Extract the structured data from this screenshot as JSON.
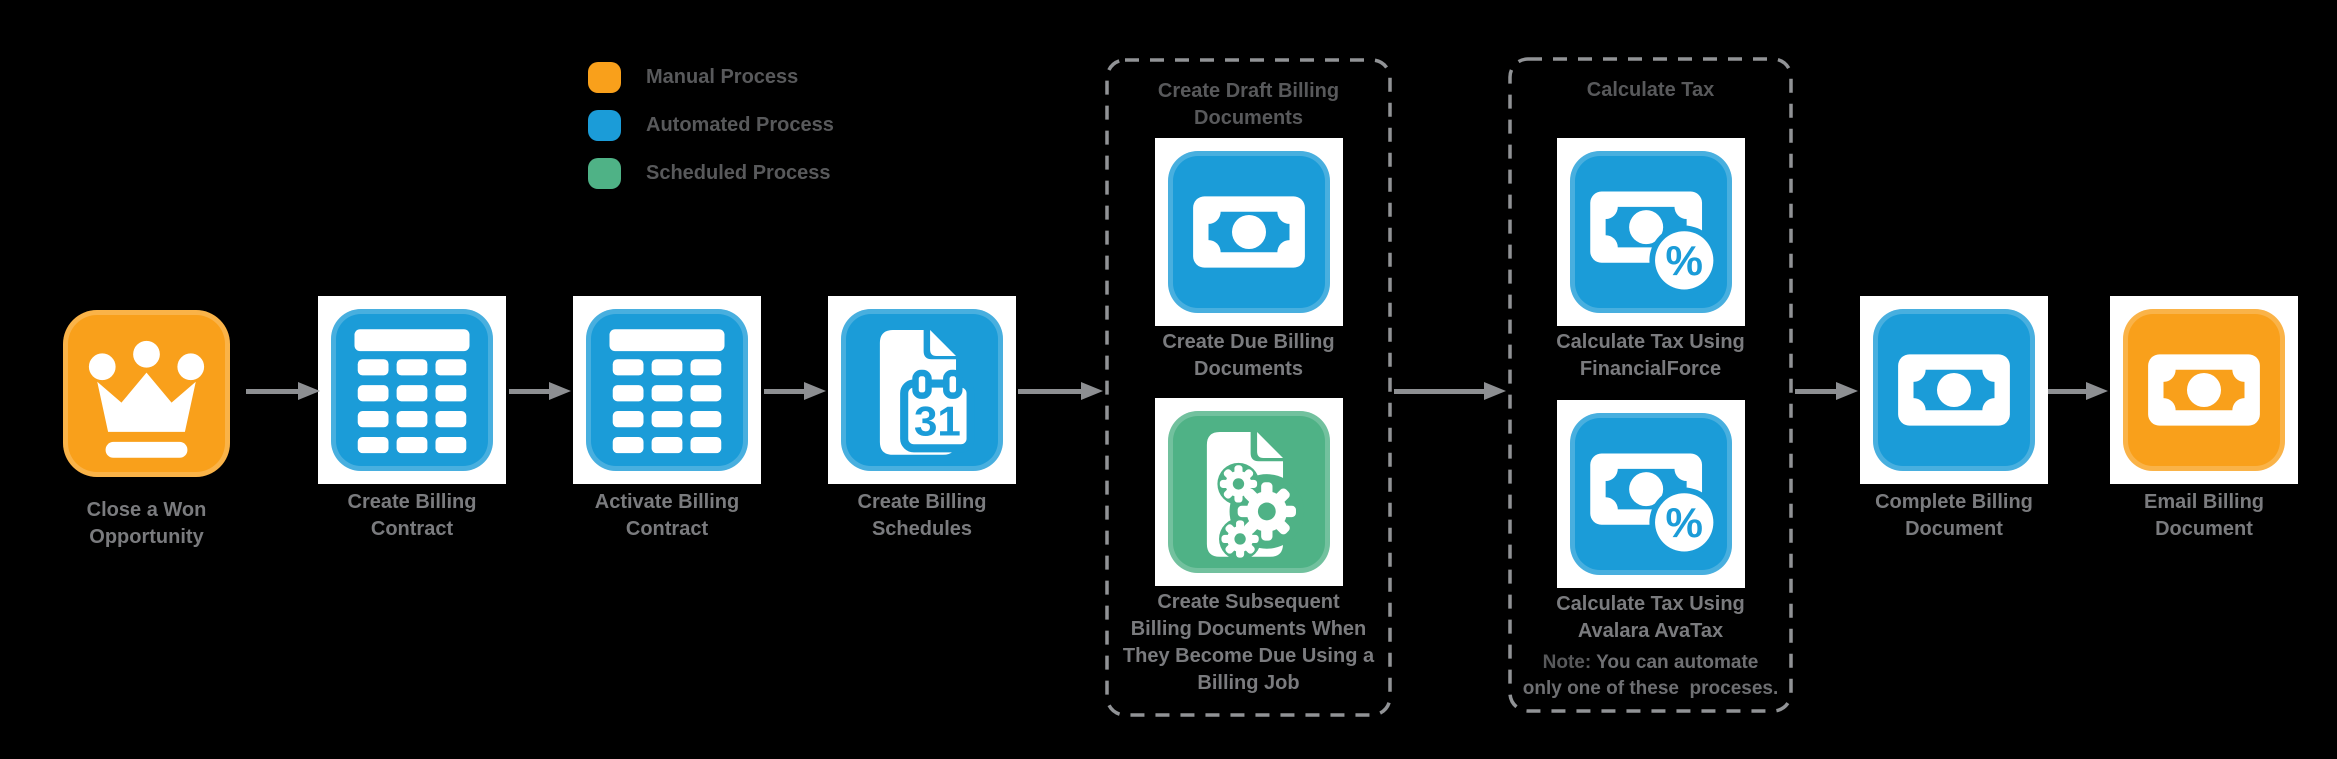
{
  "colors": {
    "background": "#000000",
    "manual_orange": "#F9A01B",
    "automated_blue": "#1B9CD8",
    "scheduled_green": "#4FB286",
    "arrow_gray": "#8D8F92",
    "label_gray": "#7A7B7E",
    "heading_gray": "#58595B",
    "note_gray": "#6E6F72",
    "group_border_gray": "#919396",
    "icon_panel_white": "#FFFFFF"
  },
  "legend": {
    "items": [
      {
        "label": "Manual Process",
        "process_type": "manual"
      },
      {
        "label": "Automated Process",
        "process_type": "automated"
      },
      {
        "label": "Scheduled Process",
        "process_type": "scheduled"
      }
    ]
  },
  "flow": {
    "steps": [
      {
        "label": "Close a Won\nOpportunity",
        "icon": "crown-icon",
        "process_type": "manual"
      },
      {
        "label": "Create Billing\nContract",
        "icon": "billing-table-icon",
        "process_type": "automated"
      },
      {
        "label": "Activate Billing\nContract",
        "icon": "billing-table-icon",
        "process_type": "automated"
      },
      {
        "label": "Create Billing\nSchedules",
        "icon": "document-calendar-icon",
        "process_type": "automated"
      },
      {
        "label": "Complete Billing\nDocument",
        "icon": "money-bill-icon",
        "process_type": "automated"
      },
      {
        "label": "Email Billing\nDocument",
        "icon": "money-bill-icon",
        "process_type": "manual"
      }
    ],
    "groups": [
      {
        "title": "Create Draft Billing\nDocuments",
        "steps": [
          {
            "label": "Create Due Billing\nDocuments",
            "icon": "money-bill-icon",
            "process_type": "automated"
          },
          {
            "label": "Create Subsequent\nBilling Documents When\nThey Become Due Using a\nBilling Job",
            "icon": "document-gears-icon",
            "process_type": "scheduled"
          }
        ]
      },
      {
        "title": "Calculate Tax",
        "steps": [
          {
            "label": "Calculate Tax Using\nFinancialForce",
            "icon": "money-percent-icon",
            "process_type": "automated"
          },
          {
            "label": "Calculate Tax Using\nAvalara AvaTax",
            "icon": "money-percent-icon",
            "process_type": "automated"
          }
        ],
        "note": {
          "label": "Note:",
          "text": " You can automate\nonly one of these  proceses."
        }
      }
    ]
  },
  "calendar_day": "31",
  "percent_symbol": "%"
}
